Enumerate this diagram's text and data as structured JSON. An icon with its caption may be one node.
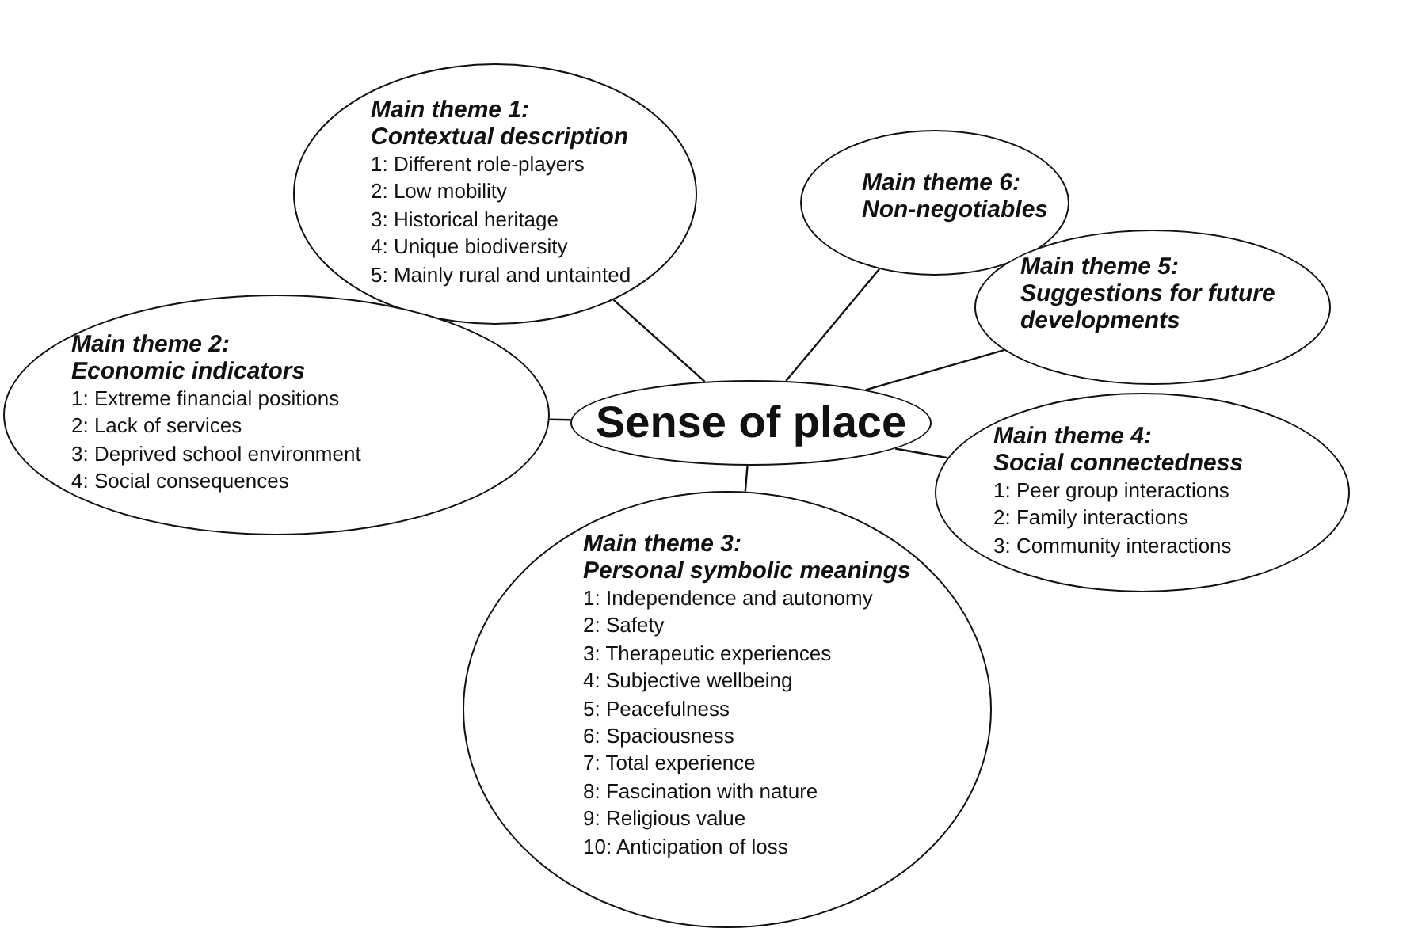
{
  "diagram": {
    "nodes": [
      {
        "text": [
          "Main theme 1: Contextual description",
          "1: Different role-players",
          "2: Low mobility",
          "3: Historical heritage",
          "4: Unique biodiversity",
          "5: Mainly rural and untainted"
        ]
      },
      {
        "text": [
          "Main theme 6: Non-negotiables"
        ]
      },
      {
        "text": [
          "Main theme 5: Suggestions for future developments"
        ]
      },
      {
        "text": [
          "Sense of place"
        ]
      },
      {
        "text": [
          "Main theme 2: Economic indicators",
          "1: Extreme financial positions",
          "2: Lack of services",
          "3: Deprived school environment",
          "4: Social consequences"
        ]
      },
      {
        "text": [
          "Main theme 4: Social connectedness",
          "1: Peer group interactions",
          "2: Family interactions",
          "3: Community interactions"
        ]
      },
      {
        "text": [
          "Main theme 3: Personal symbolic meanings",
          "1: Independence and autonomy",
          "2: Safety",
          "3: Therapeutic experiences",
          "4: Subjective wellbeing",
          "5: Peacefulness",
          "6: Spaciousness",
          "7: Total experience",
          "8: Fascination with nature",
          "9: Religious value",
          "10: Anticipation of loss"
        ]
      }
    ],
    "edges": [
      {
        "from": 3,
        "to": 0,
        "arrow": "none"
      },
      {
        "from": 3,
        "to": 1,
        "arrow": "none"
      },
      {
        "from": 3,
        "to": 2,
        "arrow": "none"
      },
      {
        "from": 3,
        "to": 4,
        "arrow": "none"
      },
      {
        "from": 3,
        "to": 5,
        "arrow": "none"
      },
      {
        "from": 3,
        "to": 6,
        "arrow": "none"
      }
    ]
  }
}
